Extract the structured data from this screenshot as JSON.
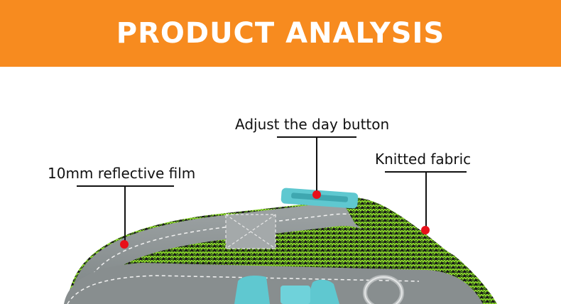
{
  "banner": {
    "title": "PRODUCT ANALYSIS",
    "color": "#f78b1f"
  },
  "annotations": {
    "reflective_film": "10mm reflective film",
    "adjust_button": "Adjust the day button",
    "knitted_fabric": "Knitted fabric"
  },
  "colors": {
    "accent_dot": "#e8101a",
    "fabric_green": "#7ed321",
    "reflective_grey": "#8a9091",
    "buckle_teal": "#5fc8d0"
  },
  "product_image": "pet-collar-image"
}
